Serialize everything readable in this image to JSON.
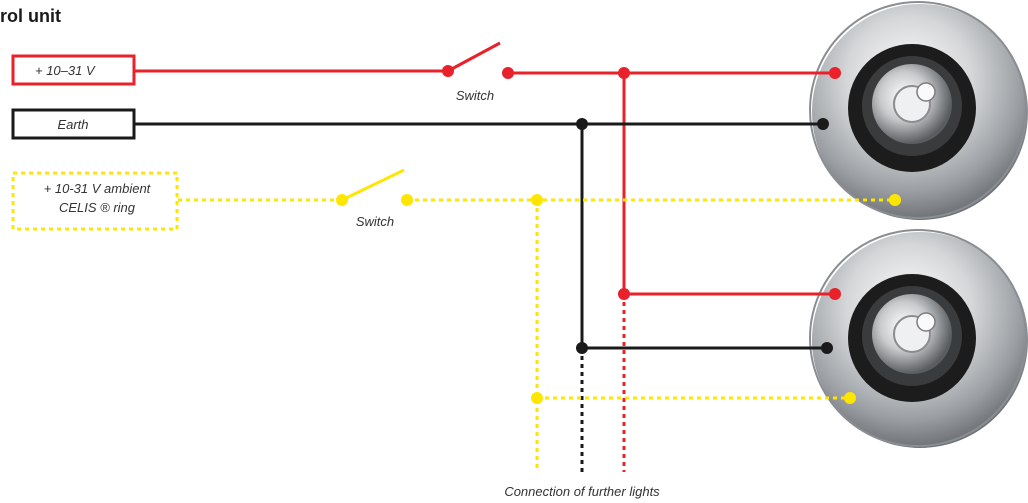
{
  "title": "rol unit",
  "labels": {
    "supply": "+ 10–31 V",
    "earth": "Earth",
    "ambient_line1": "+ 10-31 V ambient",
    "ambient_line2": "CELIS ® ring",
    "switch_top": "Switch",
    "switch_bottom": "Switch",
    "further": "Connection of further lights"
  },
  "colors": {
    "red": "#e8212b",
    "black": "#1a1a1a",
    "yellow": "#ffe600",
    "text": "#333333"
  }
}
